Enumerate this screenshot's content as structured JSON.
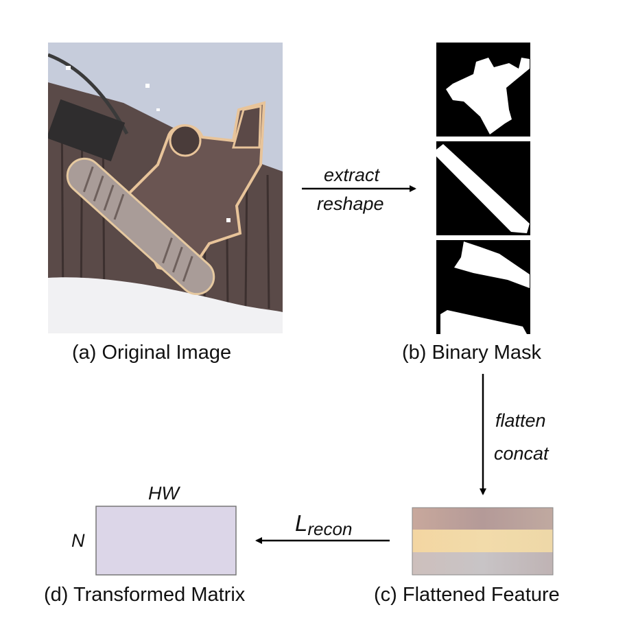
{
  "captions": {
    "a": "(a) Original Image",
    "b": "(b) Binary Mask",
    "c": "(c) Flattened Feature",
    "d": "(d) Transformed Matrix"
  },
  "arrows": {
    "extract_reshape": [
      "extract",
      "reshape"
    ],
    "flatten_concat": [
      "flatten",
      "concat"
    ],
    "loss": {
      "base": "L",
      "subscript": "recon"
    }
  },
  "matrix": {
    "width_label": "HW",
    "height_label": "N"
  },
  "colors": {
    "photo_sky": "#c6ccdb",
    "photo_snow": "#f1f1f3",
    "photo_person": "#6a5552",
    "photo_outline": "#e8c49a",
    "mask_bg": "#000000",
    "mask_fg": "#ffffff",
    "matrix_fill": "#dcd6e8",
    "band_1": "#b29a98",
    "band_2": "#f1d9a6",
    "band_3": "#c9c2c2"
  }
}
